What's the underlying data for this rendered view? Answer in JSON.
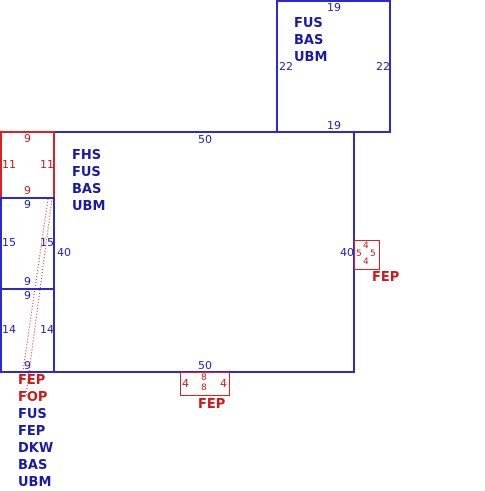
{
  "top_room": {
    "dims": {
      "top": "19",
      "bottom": "19",
      "left": "22",
      "right": "22"
    },
    "codes": [
      "FUS",
      "BAS",
      "UBM"
    ]
  },
  "main_room": {
    "dims": {
      "top": "50",
      "bottom": "50",
      "left": "40",
      "right": "40"
    },
    "codes": [
      "FHS",
      "FUS",
      "BAS",
      "UBM"
    ]
  },
  "left_room_a": {
    "dims": {
      "top": "9",
      "bottom": "9",
      "left": "11",
      "right": "11"
    }
  },
  "left_room_b": {
    "dims": {
      "top": "9",
      "bottom": "9",
      "left": "15",
      "right": "15"
    }
  },
  "left_room_c": {
    "dims": {
      "top": "9",
      "bottom": "9",
      "left": "14",
      "right": "14"
    }
  },
  "bottom_fixture": {
    "dims": {
      "left": "4",
      "right": "4",
      "top": "8",
      "bottom": "8"
    },
    "label": "FEP"
  },
  "right_fixture": {
    "dims": {
      "left": "5",
      "right": "5",
      "top": "4",
      "bottom": "4"
    },
    "label": "FEP"
  },
  "left_codes": {
    "red": [
      "FEP",
      "FOP"
    ],
    "blue": [
      "FUS",
      "FEP",
      "DKW",
      "BAS",
      "UBM"
    ]
  },
  "colors": {
    "blue": "#2a2ad0",
    "red": "#e02020"
  }
}
